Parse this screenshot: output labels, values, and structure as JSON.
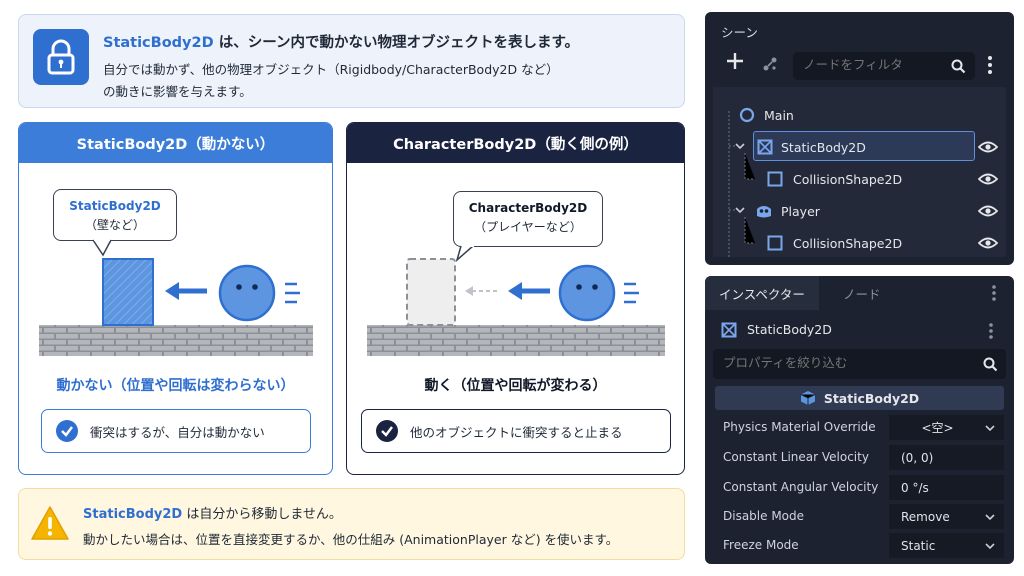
{
  "info": {
    "title_highlight": "StaticBody2D",
    "title_rest": " は、シーン内で動かない物理オブジェクトを表します。",
    "line2": "自分では動かず、他の物理オブジェクト（Rigidbody/CharacterBody2D など）",
    "line3": "の動きに影響を与えます。",
    "icon": "lock-icon"
  },
  "left_panel": {
    "header": "StaticBody2D（動かない）",
    "bubble_title": "StaticBody2D",
    "bubble_sub": "（壁など）",
    "caption": "動かない（位置や回転は変わらない）",
    "result": "衝突はするが、自分は動かない",
    "accent": "#3b7dd8"
  },
  "right_panel": {
    "header": "CharacterBody2D（動く側の例）",
    "bubble_title": "CharacterBody2D",
    "bubble_sub": "（プレイヤーなど）",
    "caption": "動く（位置や回転が変わる）",
    "result": "他のオブジェクトに衝突すると止まる",
    "accent": "#1a2340"
  },
  "warning": {
    "highlight": "StaticBody2D",
    "line1_rest": " は自分から移動しません。",
    "line2": "動かしたい場合は、位置を直接変更するか、他の仕組み (AnimationPlayer など) を使います。",
    "icon": "warning-icon"
  },
  "scene_panel": {
    "title": "シーン",
    "add_icon": "plus-icon",
    "link_icon": "instance-icon",
    "filter_placeholder": "ノードをフィルタ",
    "nodes": [
      {
        "name": "Main",
        "icon": "node-circle-icon"
      },
      {
        "name": "StaticBody2D",
        "icon": "staticbody-icon",
        "selected": true
      },
      {
        "name": "CollisionShape2D",
        "icon": "square-icon"
      },
      {
        "name": "Player",
        "icon": "godot-icon"
      },
      {
        "name": "CollisionShape2D",
        "icon": "square-icon"
      }
    ]
  },
  "inspector": {
    "tab_inspector": "インスペクター",
    "tab_node": "ノード",
    "object_name": "StaticBody2D",
    "search_placeholder": "プロパティを絞り込む",
    "section": "StaticBody2D",
    "properties": [
      {
        "label": "Physics Material Override",
        "value": "<空>"
      },
      {
        "label": "Constant Linear Velocity",
        "value": "(0, 0)"
      },
      {
        "label": "Constant Angular Velocity",
        "value": "0  °/s"
      },
      {
        "label": "Disable Mode",
        "value": "Remove"
      },
      {
        "label": "Freeze Mode",
        "value": "Static"
      }
    ]
  }
}
